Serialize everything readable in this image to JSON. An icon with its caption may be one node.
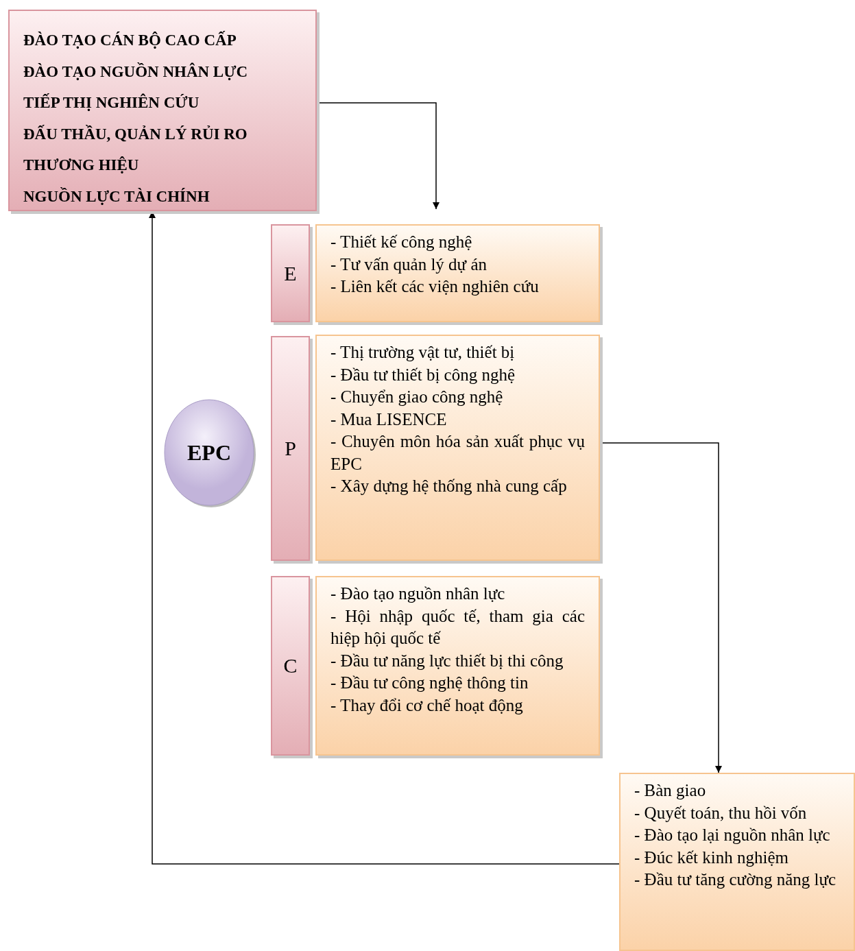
{
  "diagram": {
    "nodes": [
      {
        "text": [
          "ĐÀO TẠO CÁN BỘ CAO CẤP",
          "ĐÀO TẠO NGUỒN NHÂN LỰC",
          "TIẾP THỊ NGHIÊN CỨU",
          "ĐẤU THẦU, QUẢN LÝ RỦI RO",
          "THƯƠNG HIỆU",
          "NGUỒN LỰC TÀI CHÍNH"
        ]
      },
      {
        "text": [
          "E"
        ]
      },
      {
        "text": [
          "- Thiết kế công nghệ",
          "- Tư vấn quản lý dự án",
          "- Liên kết các viện nghiên cứu"
        ]
      },
      {
        "text": [
          "P"
        ]
      },
      {
        "text": [
          "- Thị trường vật tư, thiết bị",
          "- Đầu tư thiết bị công nghệ",
          "- Chuyển giao công nghệ",
          "- Mua LISENCE",
          "- Chuyên môn hóa sản xuất phục vụ EPC",
          "- Xây dựng hệ thống nhà cung cấp"
        ]
      },
      {
        "text": [
          "C"
        ]
      },
      {
        "text": [
          "- Đào tạo nguồn nhân lực",
          "- Hội nhập quốc tế, tham gia các hiệp hội quốc tế",
          "- Đầu tư năng lực thiết bị thi công",
          "- Đầu tư công nghệ thông tin",
          "- Thay đổi cơ chế hoạt động"
        ]
      },
      {
        "text": [
          "EPC"
        ]
      },
      {
        "text": [
          "- Bàn giao",
          "- Quyết toán, thu hồi vốn",
          "- Đào tạo lại nguồn nhân lực",
          "- Đúc kết kinh nghiệm",
          "- Đầu tư tăng cường năng lực"
        ]
      }
    ],
    "edges": [
      {
        "from": 0,
        "to": 2,
        "arrow": "to"
      },
      {
        "from": 4,
        "to": 8,
        "arrow": "to"
      },
      {
        "from": 8,
        "to": 0,
        "arrow": "to"
      }
    ]
  }
}
